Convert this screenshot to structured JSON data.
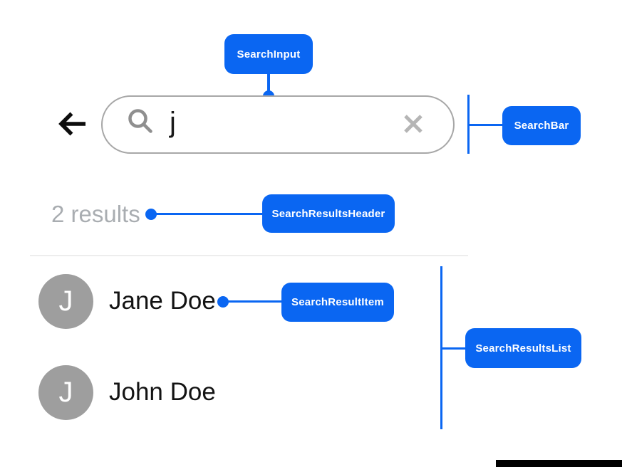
{
  "colors": {
    "annotation_blue": "#0a66f2",
    "search_border_gray": "#a7a7a7",
    "avatar_gray": "#9e9e9e",
    "results_header_gray": "#a9adb1",
    "divider_gray": "#ededed",
    "black_bar": "#000000"
  },
  "annotations": {
    "search_input": {
      "label": "SearchInput"
    },
    "search_bar": {
      "label": "SearchBar"
    },
    "search_results_header": {
      "label": "SearchResultsHeader"
    },
    "search_result_item": {
      "label": "SearchResultItem"
    },
    "search_results_list": {
      "label": "SearchResultsList"
    }
  },
  "search": {
    "query": "j",
    "icons": {
      "back": "back-arrow-icon",
      "search": "magnifier-icon",
      "clear": "x-close-icon"
    }
  },
  "results": {
    "header": "2 results",
    "items": [
      {
        "initial": "J",
        "name": "Jane Doe"
      },
      {
        "initial": "J",
        "name": "John Doe"
      }
    ]
  }
}
